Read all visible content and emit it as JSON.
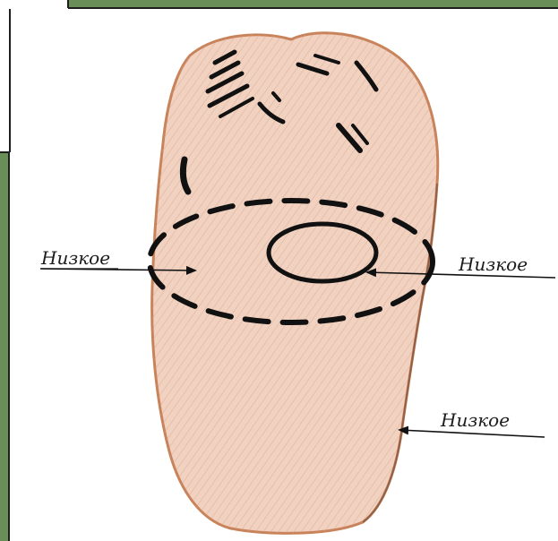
{
  "labels": {
    "left": "Низкое",
    "right": "Низкое",
    "bottom_right": "Низкое"
  },
  "colors": {
    "frame_green": "#6a8e58",
    "frame_border": "#1e1e1e",
    "skin_fill": "#f1d1c0",
    "skin_outline": "#c9835a",
    "ink": "#111111"
  }
}
